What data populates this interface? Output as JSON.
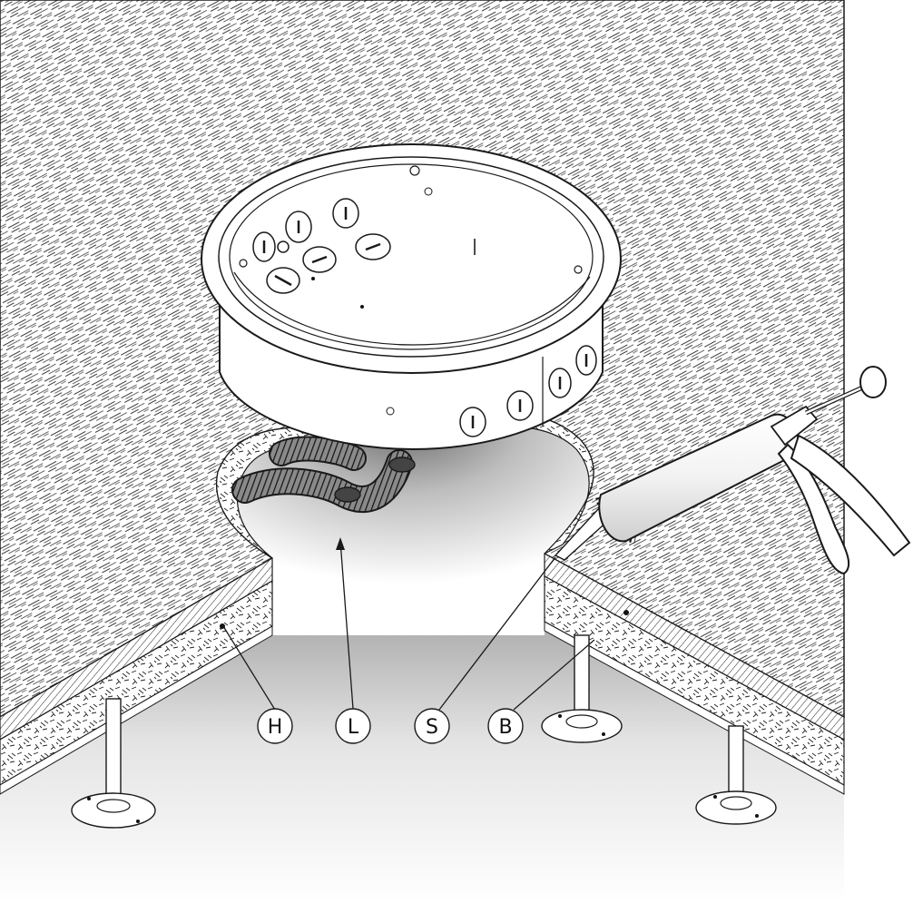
{
  "callouts": {
    "H": "H",
    "L": "L",
    "S": "S",
    "B": "B"
  },
  "colors": {
    "line": "#1a1a1a",
    "floor_fill": "#ffffff",
    "shadow": "#7a7a7a",
    "background": "#ffffff"
  }
}
